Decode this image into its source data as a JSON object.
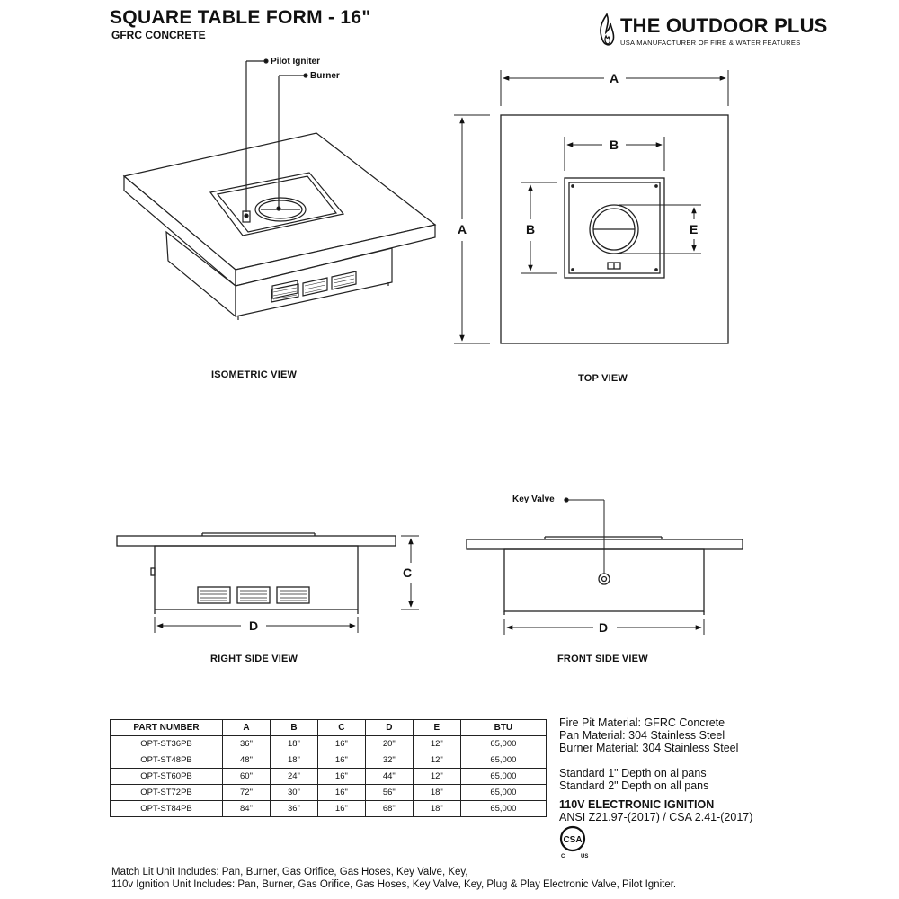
{
  "header": {
    "title": "SQUARE TABLE FORM - 16\"",
    "subtitle": "GFRC CONCRETE",
    "brand": "THE OUTDOOR PLUS",
    "brand_tagline": "USA MANUFACTURER OF FIRE & WATER FEATURES"
  },
  "callouts": {
    "pilot_igniter": "Pilot Igniter",
    "burner": "Burner",
    "key_valve": "Key Valve"
  },
  "dimensions": {
    "a": "A",
    "b": "B",
    "c": "C",
    "d": "D",
    "e": "E"
  },
  "views": {
    "isometric": "ISOMETRIC VIEW",
    "top": "TOP VIEW",
    "right_side": "RIGHT SIDE VIEW",
    "front_side": "FRONT SIDE VIEW"
  },
  "table": {
    "headers": [
      "PART NUMBER",
      "A",
      "B",
      "C",
      "D",
      "E",
      "BTU"
    ],
    "rows": [
      [
        "OPT-ST36PB",
        "36\"",
        "18\"",
        "16\"",
        "20\"",
        "12\"",
        "65,000"
      ],
      [
        "OPT-ST48PB",
        "48\"",
        "18\"",
        "16\"",
        "32\"",
        "12\"",
        "65,000"
      ],
      [
        "OPT-ST60PB",
        "60\"",
        "24\"",
        "16\"",
        "44\"",
        "12\"",
        "65,000"
      ],
      [
        "OPT-ST72PB",
        "72\"",
        "30\"",
        "16\"",
        "56\"",
        "18\"",
        "65,000"
      ],
      [
        "OPT-ST84PB",
        "84\"",
        "36\"",
        "16\"",
        "68\"",
        "18\"",
        "65,000"
      ]
    ]
  },
  "materials": {
    "fire_pit": "Fire Pit Material: GFRC Concrete",
    "pan": "Pan Material: 304 Stainless Steel",
    "burner": "Burner Material: 304 Stainless Steel",
    "depth_1": "Standard 1\" Depth on al pans",
    "depth_2": "Standard 2\" Depth on all pans",
    "ignition": "110V ELECTRONIC IGNITION",
    "standards": "ANSI Z21.97-(2017) / CSA 2.41-(2017)"
  },
  "certification": {
    "mark": "CSA",
    "c": "C",
    "us": "US"
  },
  "includes": {
    "match_lit": "Match Lit Unit Includes: Pan, Burner, Gas Orifice, Gas Hoses, Key Valve, Key,",
    "ignition_110v": "110v Ignition Unit Includes: Pan, Burner, Gas Orifice, Gas Hoses, Key Valve, Key, Plug & Play Electronic Valve, Pilot Igniter."
  },
  "icons": [
    "flame-logo-icon",
    "csa-certification-icon"
  ]
}
